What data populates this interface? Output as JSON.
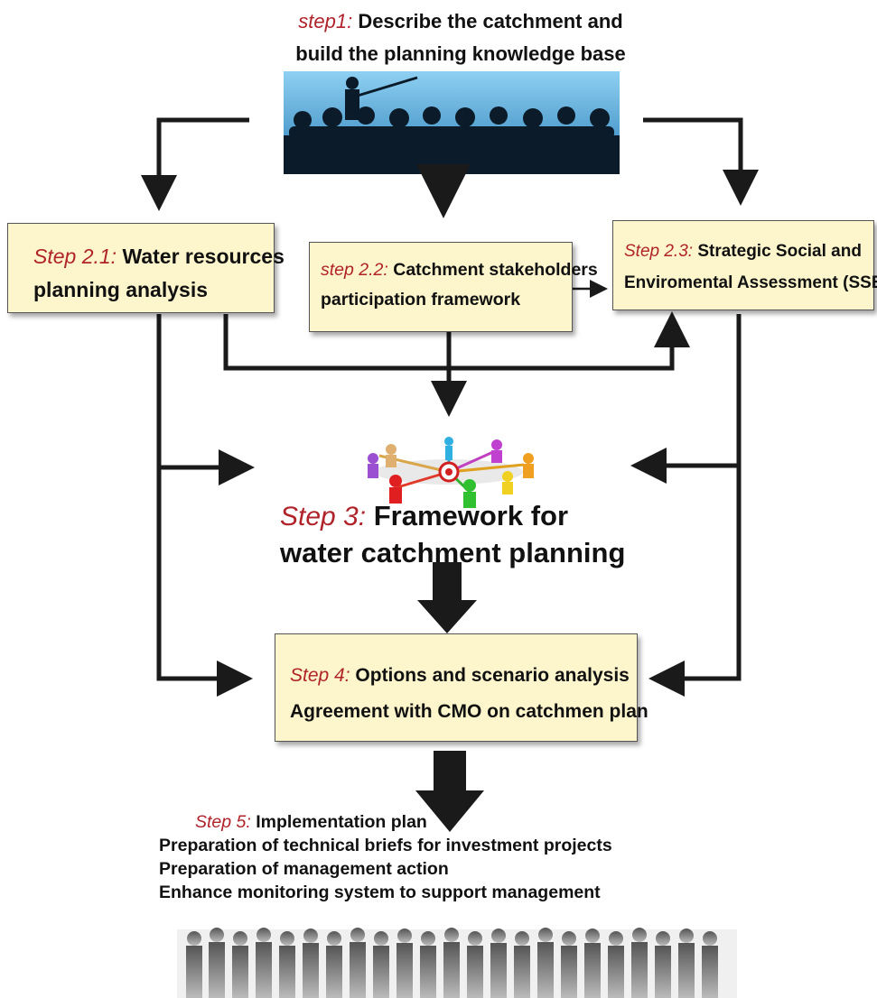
{
  "step1": {
    "tag": "step1:",
    "line1": "Describe the catchment and",
    "line2": "build the planning knowledge base"
  },
  "step2_1": {
    "tag": "Step 2.1:",
    "line1": "Water resources",
    "line2": "planning analysis"
  },
  "step2_2": {
    "tag": "step 2.2:",
    "line1": "Catchment stakeholders",
    "line2": "participation framework"
  },
  "step2_3": {
    "tag": "Step 2.3:",
    "line1": "Strategic Social and",
    "line2": "Enviromental Assessment (SSEA)"
  },
  "step3": {
    "tag": "Step 3:",
    "line1": "Framework for",
    "line2": "water catchment  planning"
  },
  "step4": {
    "tag": "Step 4:",
    "line1": "Options and scenario analysis",
    "line2": "Agreement with CMO on catchmen plan"
  },
  "step5": {
    "tag": "Step 5:",
    "line1": "Implementation plan",
    "line2": "Preparation of technical briefs for investment projects",
    "line3": "Preparation of management action",
    "line4": "Enhance monitoring system to support management"
  },
  "colors": {
    "step_tag": "#b0232a",
    "box_fill": "#fdf6cc",
    "arrow": "#1a1a1a"
  }
}
